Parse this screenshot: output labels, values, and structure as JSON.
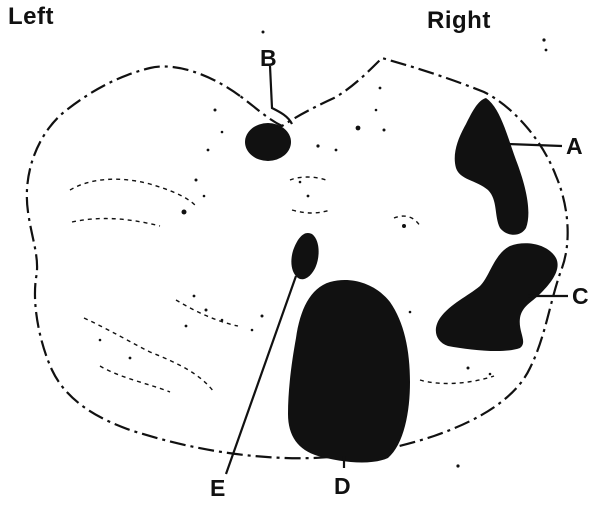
{
  "side_labels": {
    "left": "Left",
    "right": "Right"
  },
  "markers": {
    "A": "A",
    "B": "B",
    "C": "C",
    "D": "D",
    "E": "E"
  },
  "colors": {
    "ink": "#111111",
    "background": "#ffffff"
  }
}
